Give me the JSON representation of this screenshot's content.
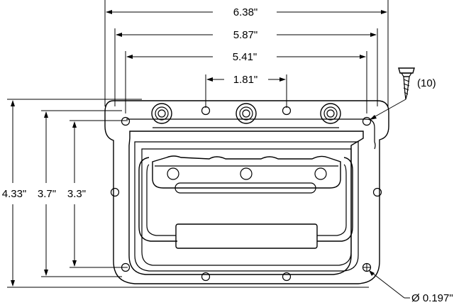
{
  "dimensions": {
    "overall_width": "6.38\"",
    "mounting_width": "5.87\"",
    "inner_width": "5.41\"",
    "hole_spacing": "1.81\"",
    "overall_height": "4.33\"",
    "mounting_height": "3.7\"",
    "inner_height": "3.3\"",
    "screw_count": "(10)",
    "hole_diameter": "Ø 0.197\""
  }
}
